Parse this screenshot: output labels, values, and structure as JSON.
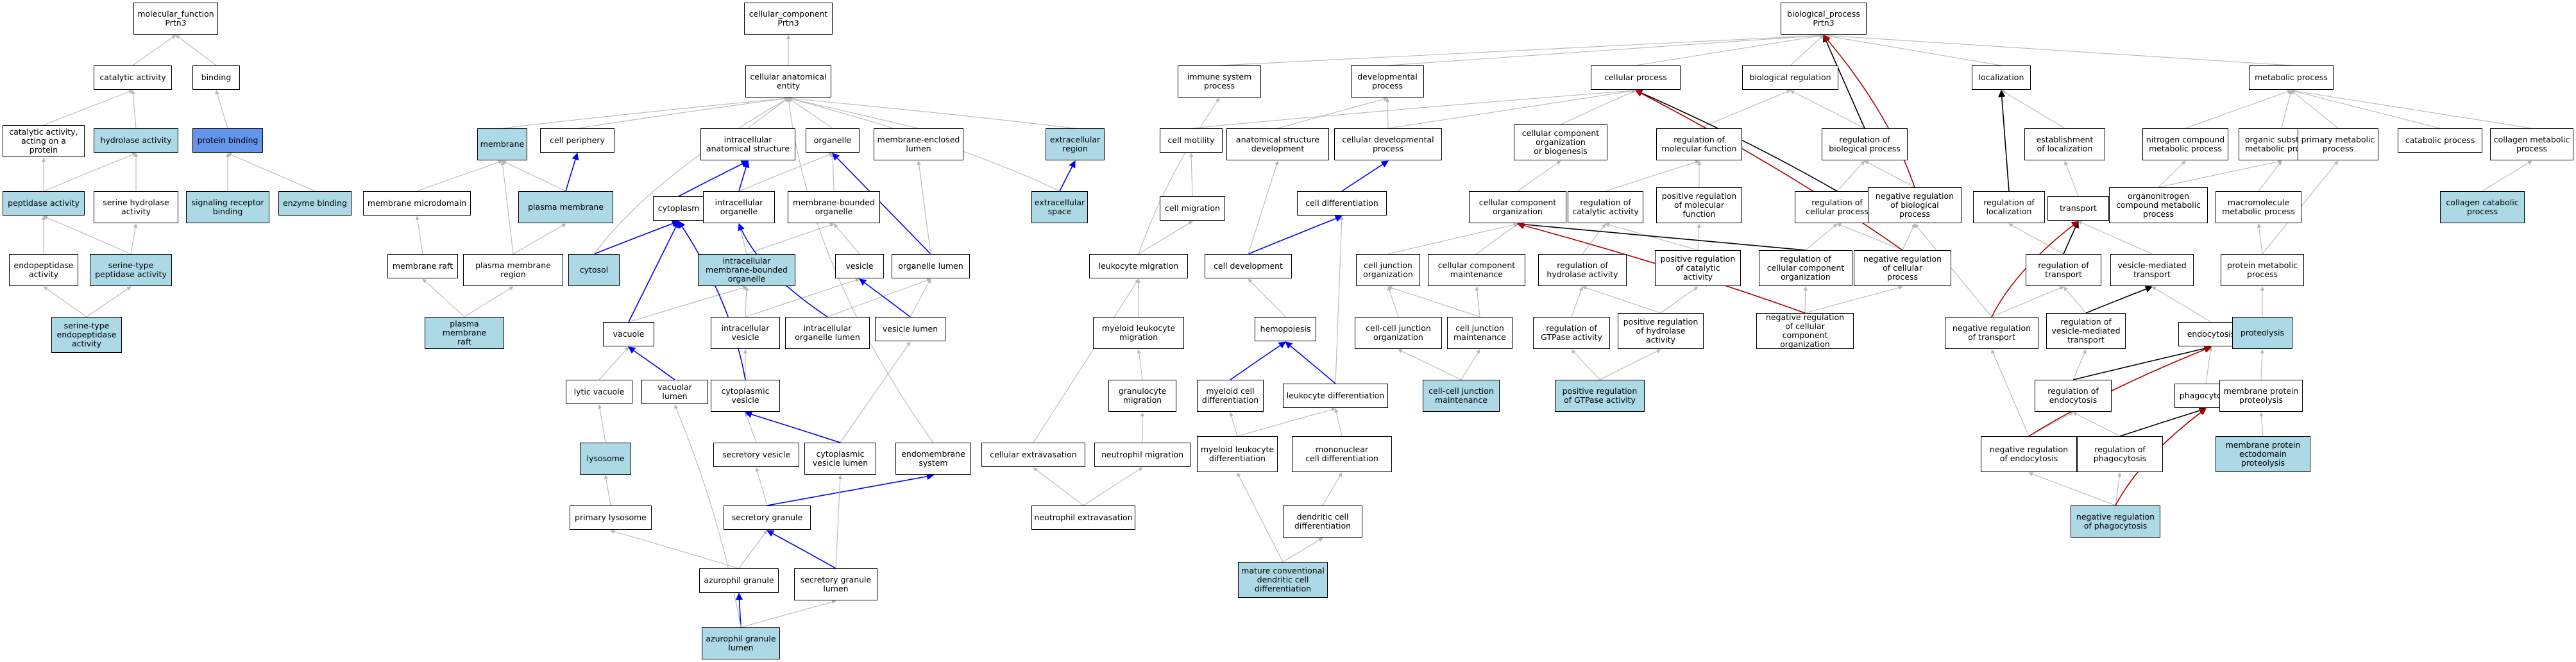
{
  "colors": {
    "edge_default": "#b8b8b8",
    "edge_black": "#000000",
    "edge_blue": "#0000ff",
    "edge_red": "#b00000",
    "highlight": "#add8e6",
    "strong": "#6495ed"
  },
  "nodes": {
    "mf": "molecular_function\nPrtn3",
    "catalytic_activity": "catalytic activity",
    "binding": "binding",
    "cat_protein": "catalytic activity,\nacting on a\nprotein",
    "hydrolase": "hydrolase activity",
    "protein_binding": "protein binding",
    "peptidase": "peptidase activity",
    "serine_hydrolase": "serine hydrolase\nactivity",
    "signaling_receptor_binding": "signaling receptor\nbinding",
    "enzyme_binding": "enzyme binding",
    "endopeptidase": "endopeptidase\nactivity",
    "serine_peptidase": "serine-type\npeptidase activity",
    "serine_endopeptidase": "serine-type\nendopeptidase\nactivity",
    "cc": "cellular_component\nPrtn3",
    "cae": "cellular anatomical\nentity",
    "membrane": "membrane",
    "cell_periphery": "cell periphery",
    "ias": "intracellular\nanatomical structure",
    "organelle": "organelle",
    "mem_enclosed_lumen": "membrane-enclosed\nlumen",
    "extracellular_region": "extracellular\nregion",
    "membrane_microdomain": "membrane microdomain",
    "plasma_membrane": "plasma membrane",
    "cytoplasm": "cytoplasm",
    "intracellular_organelle": "intracellular\norganelle",
    "mem_bounded_organelle": "membrane-bounded\norganelle",
    "extracellular_space": "extracellular\nspace",
    "membrane_raft": "membrane raft",
    "pm_region": "plasma membrane\nregion",
    "cytosol": "cytosol",
    "imbo": "intracellular\nmembrane-bounded\norganelle",
    "vesicle": "vesicle",
    "organelle_lumen": "organelle lumen",
    "pm_raft": "plasma membrane\nraft",
    "vacuole": "vacuole",
    "intracellular_vesicle": "intracellular\nvesicle",
    "io_lumen": "intracellular\norganelle lumen",
    "vesicle_lumen": "vesicle lumen",
    "lytic_vacuole": "lytic vacuole",
    "vacuolar_lumen": "vacuolar lumen",
    "cytoplasmic_vesicle": "cytoplasmic\nvesicle",
    "lysosome": "lysosome",
    "secretory_vesicle": "secretory vesicle",
    "cv_lumen": "cytoplasmic\nvesicle lumen",
    "endomembrane": "endomembrane\nsystem",
    "primary_lysosome": "primary lysosome",
    "secretory_granule": "secretory granule",
    "azurophil_granule": "azurophil granule",
    "sg_lumen": "secretory granule\nlumen",
    "ag_lumen": "azurophil granule\nlumen",
    "bp": "biological_process\nPrtn3",
    "immune_system_process": "immune system\nprocess",
    "developmental_process": "developmental\nprocess",
    "cellular_process": "cellular process",
    "biological_regulation": "biological regulation",
    "localization": "localization",
    "metabolic_process": "metabolic process",
    "cell_motility": "cell motility",
    "anatomical_structure_dev": "anatomical structure\ndevelopment",
    "cellular_dev_process": "cellular developmental\nprocess",
    "cco_biogenesis": "cellular component\norganization\nor biogenesis",
    "reg_molecular_function": "regulation of\nmolecular function",
    "reg_bio_process": "regulation of\nbiological process",
    "establish_localization": "establishment\nof localization",
    "nitrogen_compound": "nitrogen compound\nmetabolic process",
    "organic_substance": "organic substance\nmetabolic process",
    "primary_metabolic": "primary metabolic\nprocess",
    "catabolic_process": "catabolic process",
    "collagen_metabolic": "collagen metabolic\nprocess",
    "cell_migration": "cell migration",
    "cell_differentiation": "cell differentiation",
    "cco": "cellular component\norganization",
    "reg_catalytic": "regulation of\ncatalytic activity",
    "pos_reg_mf": "positive regulation\nof molecular\nfunction",
    "reg_cellular_process": "regulation of\ncellular process",
    "neg_reg_bio": "negative regulation\nof biological\nprocess",
    "reg_localization": "regulation of\nlocalization",
    "transport": "transport",
    "organonitrogen": "organonitrogen\ncompound metabolic\nprocess",
    "macromolecule": "macromolecule\nmetabolic process",
    "collagen_catabolic": "collagen catabolic\nprocess",
    "leukocyte_migration": "leukocyte migration",
    "cell_development": "cell development",
    "cell_junction_org": "cell junction\norganization",
    "cc_maintenance": "cellular component\nmaintenance",
    "reg_hydrolase": "regulation of\nhydrolase activity",
    "pos_reg_catalytic": "positive regulation\nof catalytic\nactivity",
    "reg_cco": "regulation of\ncellular component\norganization",
    "neg_reg_cellular": "negative regulation\nof cellular\nprocess",
    "reg_transport": "regulation of\ntransport",
    "vesicle_mediated_transport": "vesicle-mediated\ntransport",
    "protein_metabolic": "protein metabolic\nprocess",
    "myeloid_leukocyte_migration": "myeloid leukocyte\nmigration",
    "hemopoiesis": "hemopoiesis",
    "cell_cell_junction_org": "cell-cell junction\norganization",
    "cell_junction_maintenance": "cell junction\nmaintenance",
    "reg_gtpase": "regulation of\nGTPase activity",
    "pos_reg_hydrolase": "positive regulation\nof hydrolase\nactivity",
    "neg_reg_cco": "negative regulation\nof cellular\ncomponent organization",
    "neg_reg_transport": "negative regulation\nof transport",
    "reg_vmt": "regulation of\nvesicle-mediated\ntransport",
    "endocytosis": "endocytosis",
    "proteolysis": "proteolysis",
    "granulocyte_migration": "granulocyte\nmigration",
    "myeloid_cell_diff": "myeloid cell\ndifferentiation",
    "leukocyte_diff": "leukocyte differentiation",
    "cell_cell_junction_maintenance": "cell-cell junction\nmaintenance",
    "pos_reg_gtpase": "positive regulation\nof GTPase activity",
    "reg_endocytosis": "regulation of\nendocytosis",
    "phagocytosis": "phagocytosis",
    "membrane_protein_proteolysis": "membrane protein\nproteolysis",
    "cellular_extravasation": "cellular extravasation",
    "neutrophil_migration": "neutrophil migration",
    "myeloid_leukocyte_diff": "myeloid leukocyte\ndifferentiation",
    "mononuclear_diff": "mononuclear\ncell differentiation",
    "neg_reg_endocytosis": "negative regulation\nof endocytosis",
    "reg_phagocytosis": "regulation of\nphagocytosis",
    "mp_ectodomain_proteolysis": "membrane protein\nectodomain proteolysis",
    "neutrophil_extravasation": "neutrophil extravasation",
    "dendritic_diff": "dendritic cell\ndifferentiation",
    "neg_reg_phagocytosis": "negative regulation\nof phagocytosis",
    "mature_dc_diff": "mature conventional\ndendritic cell\ndifferentiation"
  }
}
